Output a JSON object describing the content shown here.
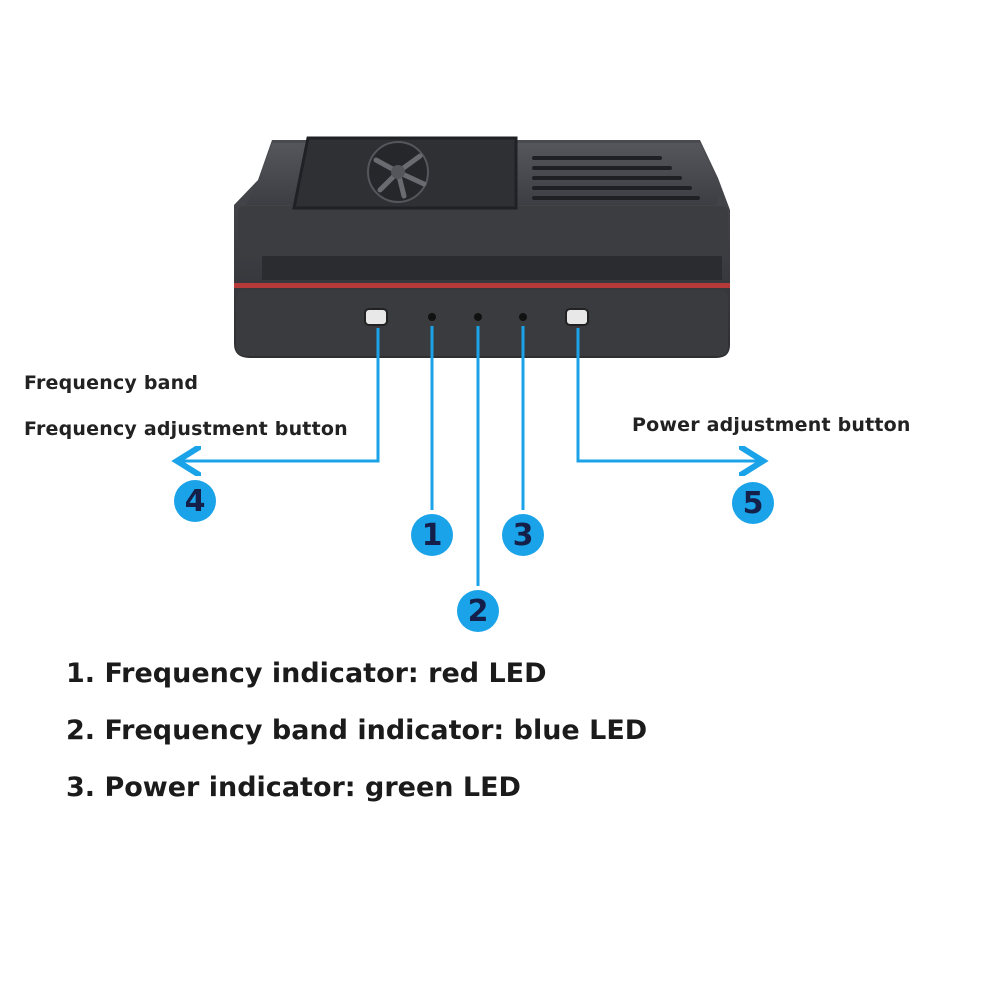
{
  "labels": {
    "left_line1": "Frequency band",
    "left_line2": "Frequency adjustment button",
    "right_line": "Power adjustment button"
  },
  "callouts": [
    "1",
    "2",
    "3",
    "4",
    "5"
  ],
  "legend": [
    "1. Frequency indicator: red LED",
    "2. Frequency band indicator: blue LED",
    "3. Power indicator: green LED"
  ],
  "colors": {
    "arrow": "#1aa3e8",
    "badge": "#1aa3e8",
    "device_body": "#3a3b3f",
    "accent_stripe": "#b73a3a"
  }
}
